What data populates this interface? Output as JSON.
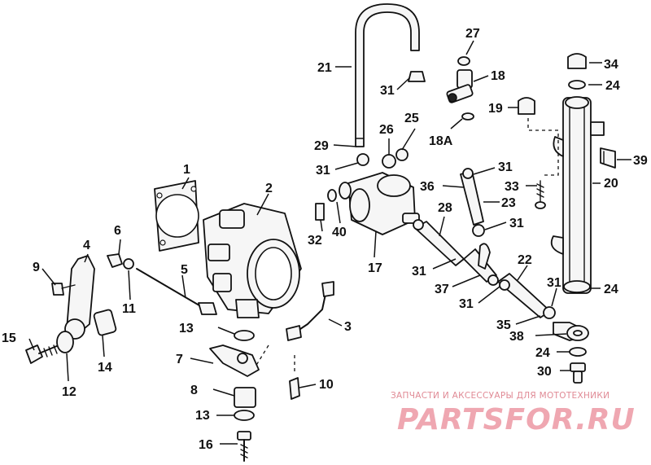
{
  "labels": [
    "1",
    "2",
    "3",
    "4",
    "5",
    "6",
    "7",
    "8",
    "9",
    "10",
    "11",
    "12",
    "13",
    "13",
    "14",
    "15",
    "16",
    "17",
    "18",
    "18A",
    "19",
    "20",
    "21",
    "22",
    "23",
    "24",
    "24",
    "24",
    "25",
    "26",
    "27",
    "28",
    "29",
    "30",
    "31",
    "31",
    "31",
    "31",
    "31",
    "31",
    "31",
    "32",
    "33",
    "34",
    "35",
    "36",
    "37",
    "38",
    "39",
    "40"
  ],
  "watermark": {
    "caption": "ЗАПЧАСТИ И АКСЕССУАРЫ ДЛЯ МОТОТЕХНИКИ",
    "brand": "PARTSFOR.RU"
  },
  "colors": {
    "line": "#111111",
    "watermark": "#e8909c"
  }
}
